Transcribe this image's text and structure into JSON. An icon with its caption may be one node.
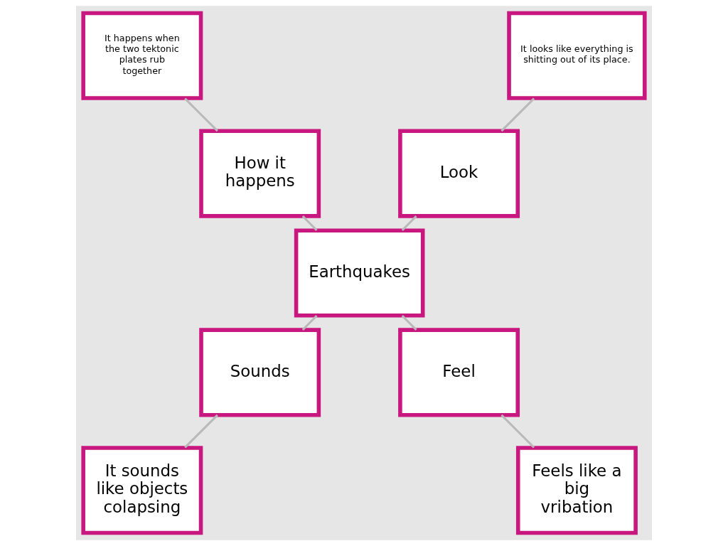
{
  "diagram": {
    "nodes": [
      {
        "text": [
          "Earthquakes"
        ]
      },
      {
        "text": [
          "How it happens"
        ]
      },
      {
        "text": [
          "It happens when the two tektonic plates rub together"
        ]
      },
      {
        "text": [
          "Look"
        ]
      },
      {
        "text": [
          "It looks like everything is shitting out of its place."
        ]
      },
      {
        "text": [
          "Sounds"
        ]
      },
      {
        "text": [
          "It sounds like objects colapsing"
        ]
      },
      {
        "text": [
          "Feel"
        ]
      },
      {
        "text": [
          "Feels like a big vribation"
        ]
      }
    ],
    "edges": [
      {
        "from": 0,
        "to": 3,
        "arrow": "none"
      },
      {
        "from": 3,
        "to": 4,
        "arrow": "none"
      },
      {
        "from": 0,
        "to": 1,
        "arrow": "none"
      },
      {
        "from": 1,
        "to": 2,
        "arrow": "none"
      },
      {
        "from": 0,
        "to": 5,
        "arrow": "none"
      },
      {
        "from": 5,
        "to": 6,
        "arrow": "none"
      },
      {
        "from": 0,
        "to": 7,
        "arrow": "none"
      },
      {
        "from": 7,
        "to": 8,
        "arrow": "none"
      }
    ]
  }
}
